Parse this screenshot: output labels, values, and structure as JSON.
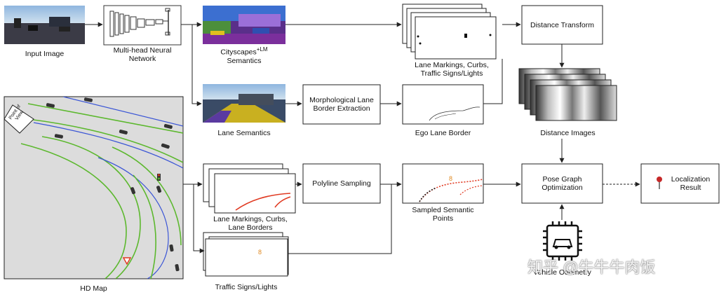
{
  "nodes": {
    "input_image": "Input Image",
    "network": "Multi-head Neural Network",
    "cityscapes_base": "Cityscapes",
    "cityscapes_sup": "+LM",
    "cityscapes_tail": "Semantics",
    "lane_semantics": "Lane Semantics",
    "morph": "Morphological Lane Border Extraction",
    "ego_lane": "Ego Lane Border",
    "lane_markings_top": "Lane Markings, Curbs, Traffic Signs/Lights",
    "distance_transform": "Distance Transform",
    "distance_images": "Distance Images",
    "polyline": "Polyline Sampling",
    "lane_markings_mid": "Lane Markings, Curbs, Lane Borders",
    "traffic_signs": "Traffic Signs/Lights",
    "sampled_points": "Sampled Semantic Points",
    "pose_graph": "Pose Graph Optimization",
    "localization": "Localization Result",
    "vehicle_odometry": "Vehicle Odometry",
    "hd_map": "HD Map",
    "point_of_view": "Point of View"
  },
  "watermark": "知乎 @牛牛牛肉饭",
  "colors": {
    "lane_green": "#5cb82e",
    "lane_blue": "#3a55d6",
    "map_bg": "#dcdcdc",
    "red_line": "#e03a22",
    "marker_red": "#c62828"
  }
}
